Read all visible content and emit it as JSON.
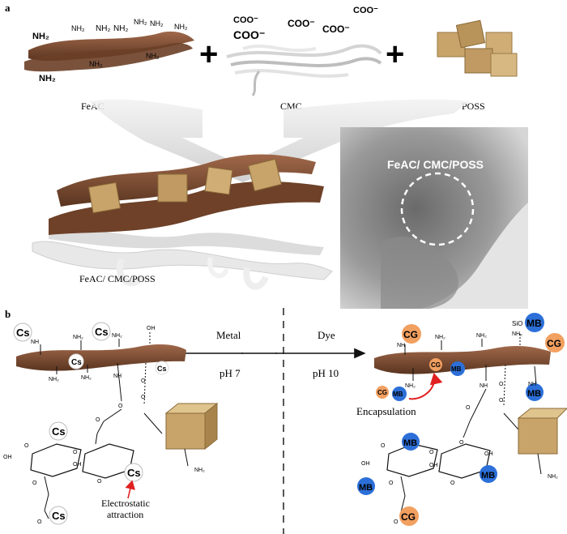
{
  "panel_a": {
    "letter": "a",
    "components": [
      {
        "name": "FeAC",
        "groups": [
          "NH₂",
          "NH₂",
          "NH₂",
          "NH₂",
          "NH₂",
          "NH₂",
          "NH₂",
          "NH₂",
          "NH₂"
        ]
      },
      {
        "name": "CMC",
        "groups": [
          "COO⁻",
          "COO⁻",
          "COO⁻",
          "COO⁻",
          "COO⁻"
        ]
      },
      {
        "name": "POSS"
      }
    ],
    "plus": "+",
    "composite_label": "FeAC/ CMC/POSS",
    "tem_label": "FeAC/ CMC/POSS"
  },
  "panel_b": {
    "letter": "b",
    "left_arrow": {
      "top": "Metal",
      "bottom": "pH 7"
    },
    "right_arrow": {
      "top": "Dye",
      "bottom": "pH 10"
    },
    "left": {
      "cs_marks": [
        "Cs",
        "Cs",
        "Cs",
        "Cs",
        "Cs",
        "Cs",
        "Cs"
      ],
      "nh2": [
        "NH₂",
        "NH₂",
        "NH₂",
        "NH₂",
        "NH₂"
      ],
      "nh": [
        "NH",
        "NH"
      ],
      "oh": [
        "OH",
        "OH",
        "OH"
      ],
      "o": [
        "O",
        "O",
        "O",
        "O",
        "O",
        "O",
        "O",
        "O",
        "O",
        "O"
      ],
      "annotation": "Electrostatic\nattraction"
    },
    "right": {
      "cg_marks": [
        "CG",
        "CG",
        "CG",
        "CG",
        "CG"
      ],
      "mb_marks": [
        "MB",
        "MB",
        "MB",
        "MB",
        "MB",
        "MB",
        "MB"
      ],
      "sio": "SiO",
      "nh2": [
        "NH₂",
        "NH₂",
        "NH₂",
        "NH₂",
        "NH₂"
      ],
      "nh": [
        "NH",
        "NH",
        "NH"
      ],
      "oh": [
        "OH",
        "OH",
        "OH"
      ],
      "o": [
        "O",
        "O",
        "O",
        "O",
        "O",
        "O",
        "O",
        "O",
        "O",
        "O"
      ],
      "annotation": "Encapsulation"
    }
  },
  "colors": {
    "sheet": "#7a4a2e",
    "cg": "#f2a060",
    "mb": "#2c6fd8",
    "arrow_red": "#e02020",
    "cube": "#c8a46a"
  }
}
